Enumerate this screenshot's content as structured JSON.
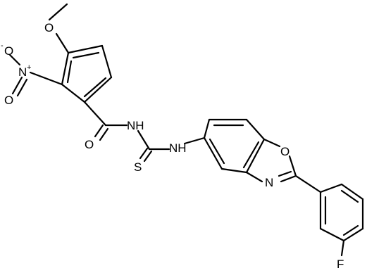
{
  "molecule": {
    "atoms": {
      "methoxy_methyl": "",
      "methoxy_o": "O",
      "nitro_n": "N",
      "nitro_n_charge": "+",
      "nitro_o_minus": "O",
      "nitro_o_minus_charge": "-",
      "nitro_o": "O",
      "carbonyl_o": "O",
      "amide_nh": "NH",
      "thio_s": "S",
      "aryl_nh": "NH",
      "oxazole_o": "O",
      "oxazole_n": "N",
      "fluoro_f": "F"
    }
  },
  "colors": {
    "bond": "#000000",
    "text": "#000000",
    "background": "#ffffff"
  }
}
